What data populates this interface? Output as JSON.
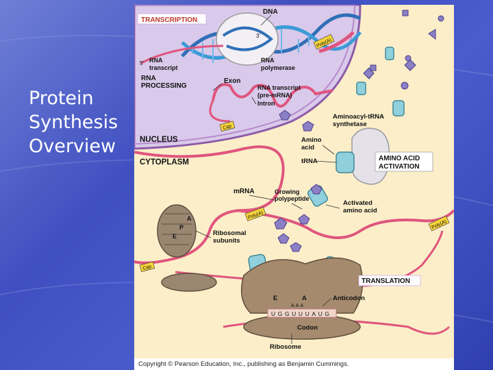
{
  "slide": {
    "title": "Protein Synthesis Overview"
  },
  "diagram": {
    "transcription": "TRANSCRIPTION",
    "dna": "DNA",
    "three_prime": "3'",
    "five_prime": "5'",
    "rna_transcript_1": "RNA",
    "rna_transcript_2": "transcript",
    "rna_polymerase_1": "RNA",
    "rna_polymerase_2": "polymerase",
    "rna_processing_1": "RNA",
    "rna_processing_2": "PROCESSING",
    "exon": "Exon",
    "pre_mrna_1": "RNA transcript",
    "pre_mrna_2": "(pre-mRNA)",
    "intron": "Intron",
    "nucleus": "NUCLEUS",
    "cytoplasm": "CYTOPLASM",
    "cap_1": "Cap",
    "cap_2": "Cap",
    "poly_a_1": "Poly(A)",
    "poly_a_2": "Poly(A)",
    "poly_a_3": "Poly(A)",
    "aminoacyl_1": "Aminoacyl-tRNA",
    "aminoacyl_2": "synthetase",
    "amino_acid_1": "Amino",
    "amino_acid_2": "acid",
    "trna": "tRNA",
    "aa_activation_1": "AMINO ACID",
    "aa_activation_2": "ACTIVATION",
    "mrna": "mRNA",
    "growing_1": "Growing",
    "growing_2": "polypeptide",
    "activated_1": "Activated",
    "activated_2": "amino acid",
    "ribo_sub_1": "Ribosomal",
    "ribo_sub_2": "subunits",
    "site_e": "E",
    "site_p": "P",
    "site_a": "A",
    "translation": "TRANSLATION",
    "anticodon": "Anticodon",
    "codon": "Codon",
    "ribosome": "Ribosome",
    "codon_seq": "UGGUUUAUG",
    "anticodon_seq": "AAA"
  },
  "footer": {
    "copyright": "Copyright © Pearson Education, Inc., publishing as Benjamin Cummings."
  }
}
